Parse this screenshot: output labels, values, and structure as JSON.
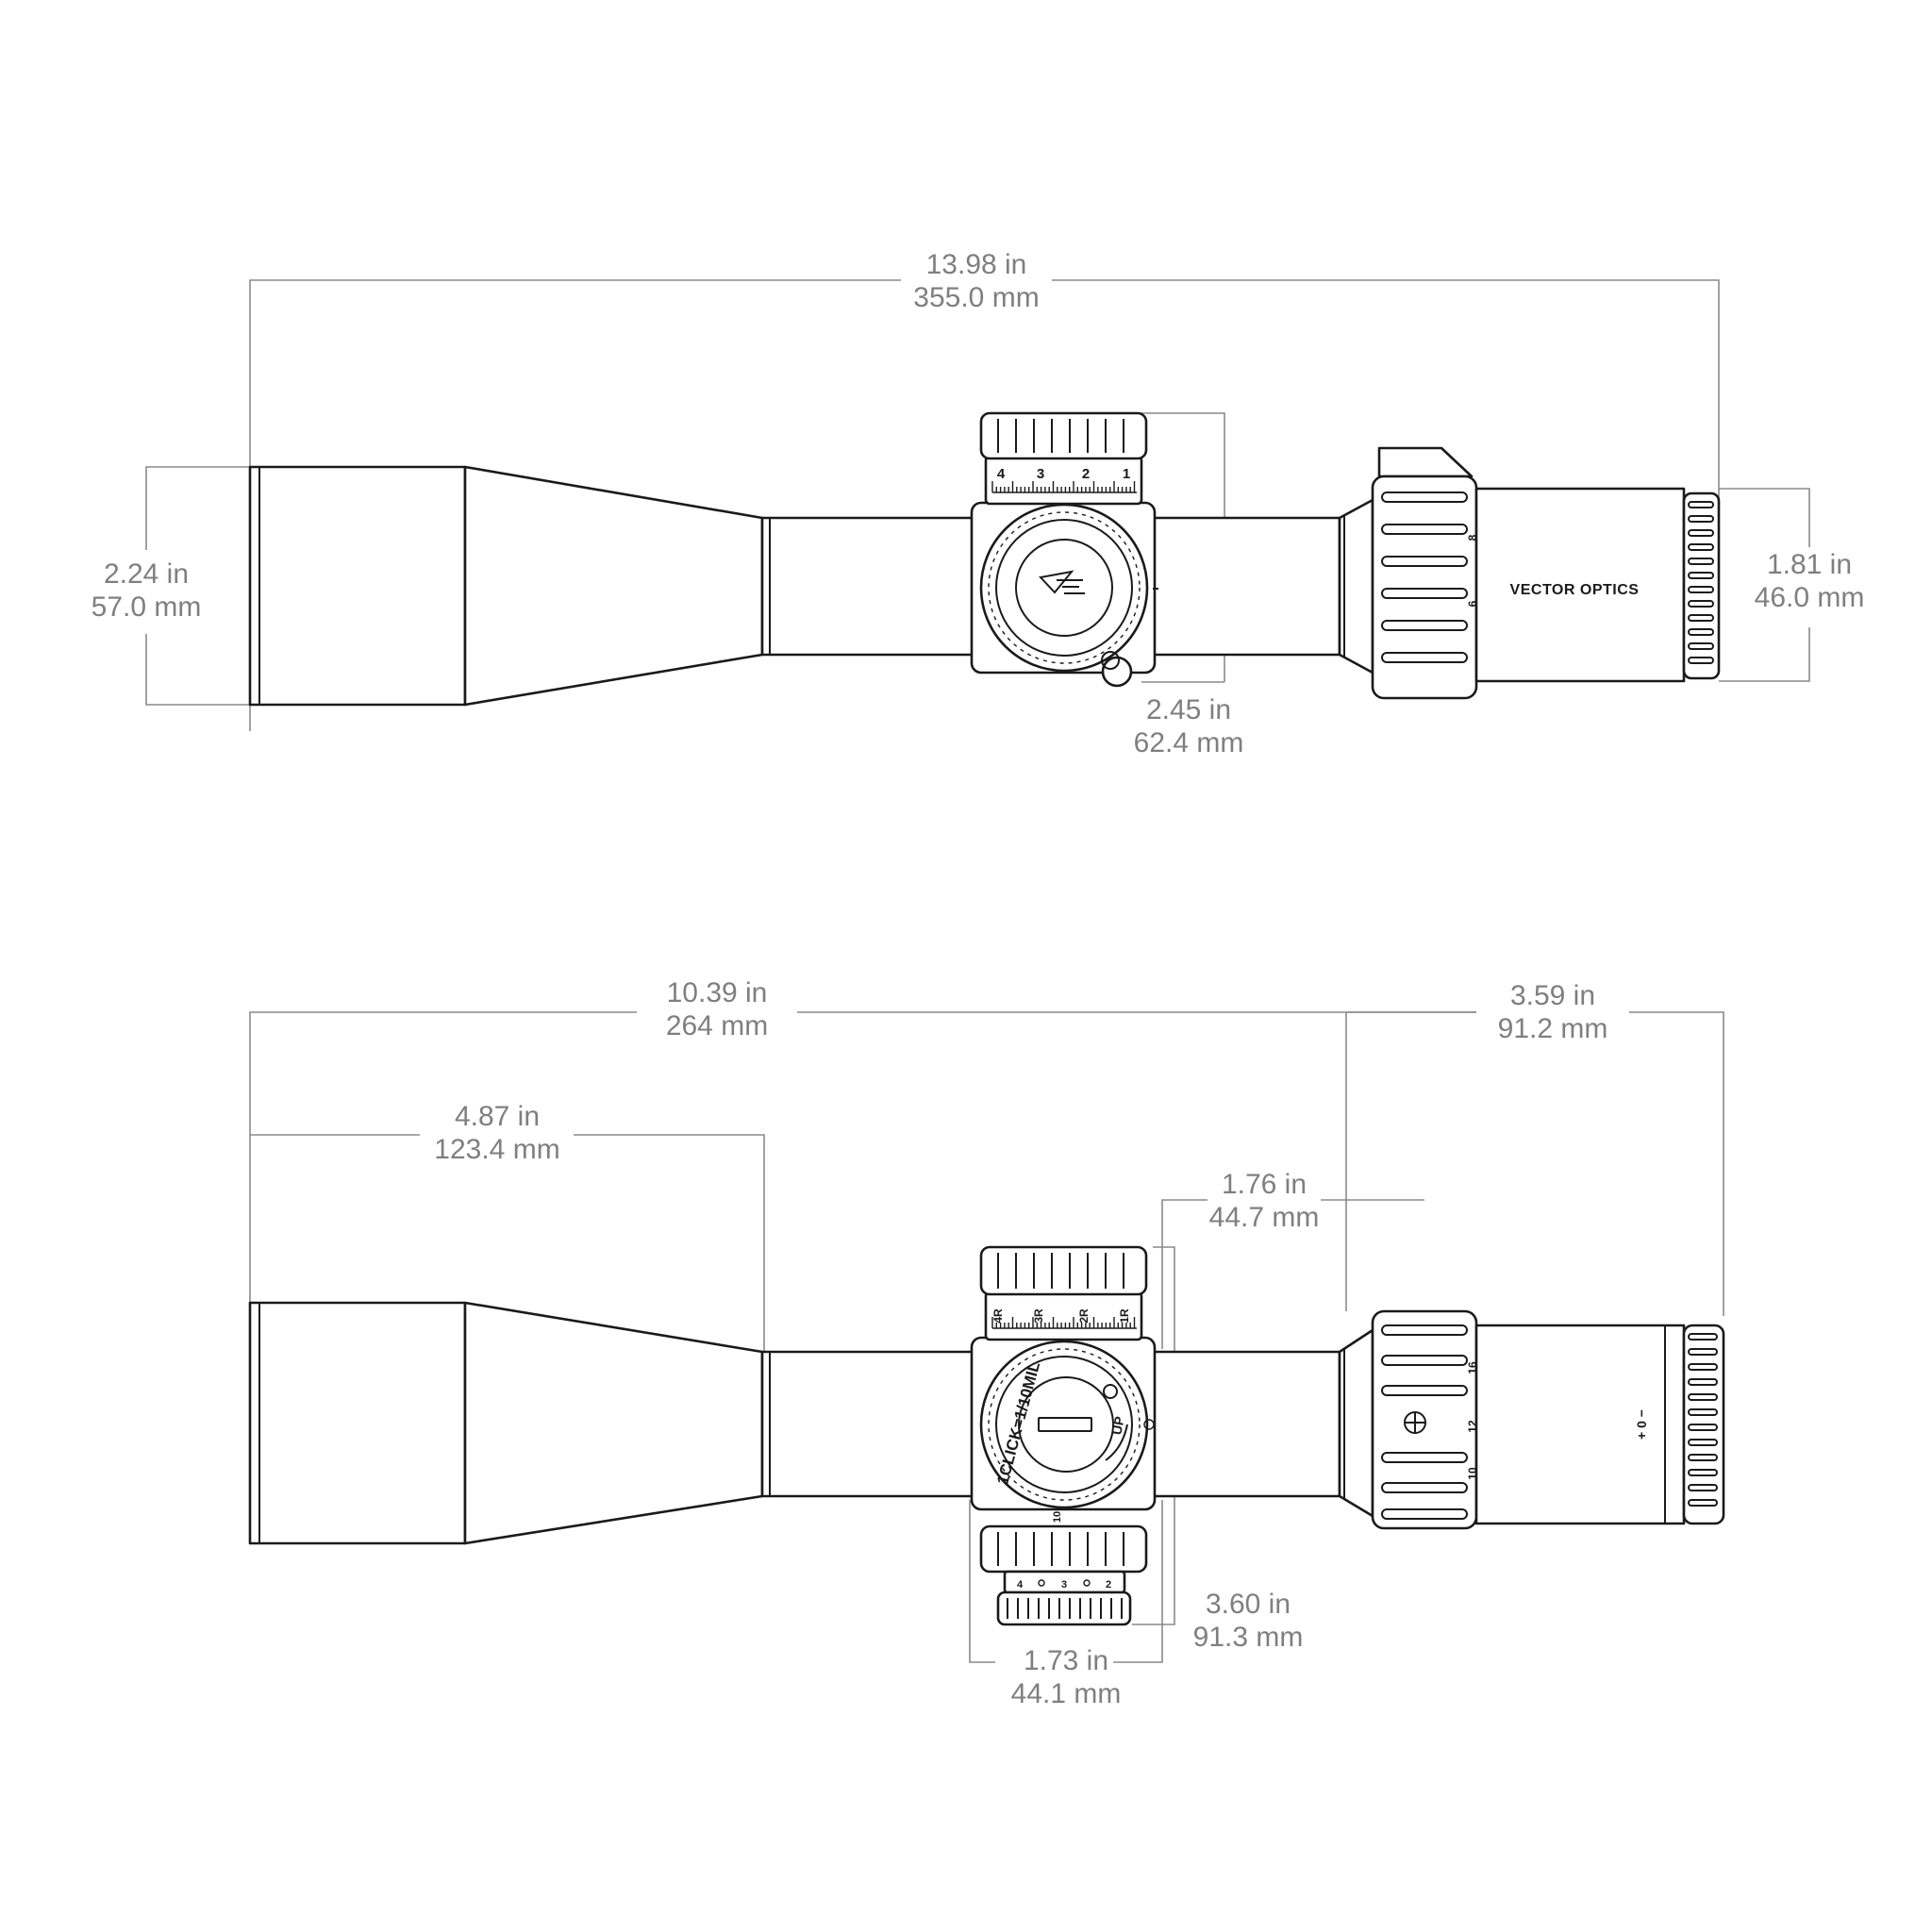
{
  "colors": {
    "outline": "#1a1a1a",
    "dimension_text": "#7f7f7f",
    "dimension_line": "#8a8a8a",
    "background": "#ffffff"
  },
  "top_view": {
    "overall_length": {
      "in": "13.98 in",
      "mm": "355.0 mm"
    },
    "objective_diameter": {
      "in": "2.24 in",
      "mm": "57.0 mm"
    },
    "turret_width": {
      "in": "2.45 in",
      "mm": "62.4 mm"
    },
    "eyepiece_diameter": {
      "in": "1.81 in",
      "mm": "46.0 mm"
    },
    "brand": "VECTOR OPTICS",
    "logo_text": "VE",
    "turret_scale": [
      "4",
      "3",
      "2",
      "1"
    ],
    "mag_ring_marks": [
      "8",
      "6"
    ]
  },
  "bottom_view": {
    "length_to_eyepiece": {
      "in": "10.39 in",
      "mm": "264 mm"
    },
    "eyepiece_length": {
      "in": "3.59 in",
      "mm": "91.2 mm"
    },
    "objective_to_tube": {
      "in": "4.87 in",
      "mm": "123.4 mm"
    },
    "turret_offset": {
      "in": "1.76 in",
      "mm": "44.7 mm"
    },
    "turret_height": {
      "in": "3.60 in",
      "mm": "91.3 mm"
    },
    "turret_base_width": {
      "in": "1.73 in",
      "mm": "44.1 mm"
    },
    "turret_scale": [
      "4R",
      "3R",
      "2R",
      "1R"
    ],
    "dial_text": "1CLICK=1/10MIL",
    "up_label": "UP",
    "lower_turret_scale": [
      "4",
      "3",
      "2"
    ],
    "lower_mark": "10",
    "mag_ring_marks": [
      "16",
      "12",
      "10"
    ],
    "diopter_label": "+ 0 −"
  }
}
